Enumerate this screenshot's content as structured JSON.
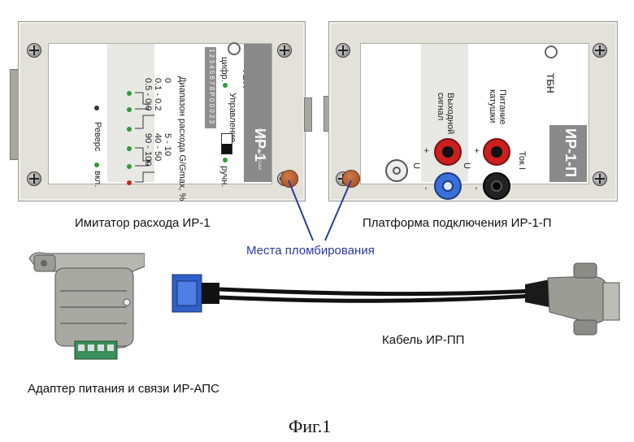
{
  "ir1": {
    "caption": "Имитатор расхода ИР-1",
    "model": "ИР-1",
    "brand": "ТБН",
    "made_in": "Сделано в России",
    "serial": "1 2 3 4 5 6 7 8 Р 0 0 0 2 3",
    "control_label": "Управление",
    "digital_label": "цифр.",
    "manual_label": "ручн.",
    "range_label": "Диапазон расхода G/Gmax, %",
    "ranges_left": [
      "0",
      "0.1 - 0.2",
      "0.5 - 0.9"
    ],
    "ranges_right": [
      "5 - 10",
      "40 - 50",
      "90 - 100"
    ],
    "reverse_label": "Реверс",
    "on_label": "вкл."
  },
  "ir1p": {
    "caption": "Платформа подключения ИР-1-П",
    "model": "ИР-1-П",
    "brand": "ТБН",
    "output_label": "Выходной сигнал",
    "coil_label": "Питание катушки",
    "u_label": "U",
    "u_label2": "U",
    "current_label": "Ток I",
    "plus": "+",
    "minus": "-"
  },
  "sealing_caption": "Места пломбирования",
  "adapter_caption": "Адаптер питания и связи ИР-АПС",
  "cable_caption": "Кабель ИР-ПП",
  "figure_label": "Фиг.1",
  "colors": {
    "seal_line": "#2a3aa0",
    "led_green": "#2f9a3a",
    "led_red": "#c22a1a",
    "jack_red": "#cc1f1f",
    "jack_blue": "#3a6fd8"
  }
}
